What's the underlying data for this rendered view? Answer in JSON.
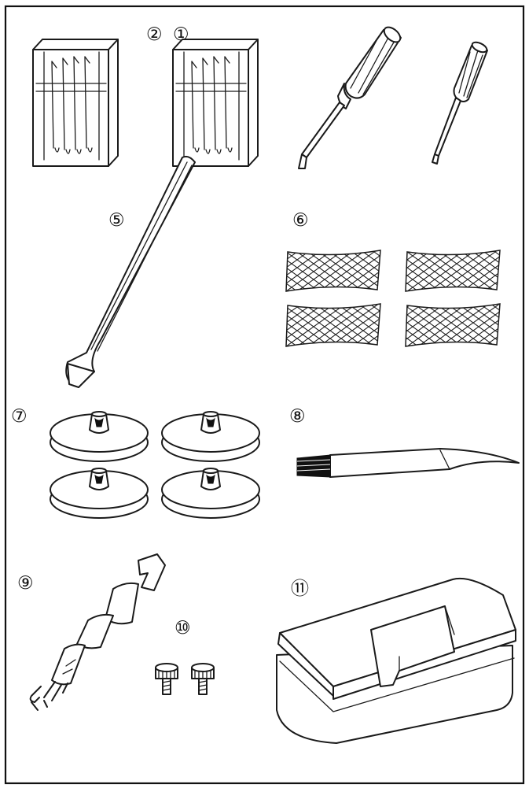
{
  "labels": {
    "item_1": "①",
    "item_2": "②",
    "item_5": "⑤",
    "item_6": "⑥",
    "item_7": "⑦",
    "item_8": "⑧",
    "item_9": "⑨",
    "item_10": "⑩",
    "item_11": "⑪"
  }
}
